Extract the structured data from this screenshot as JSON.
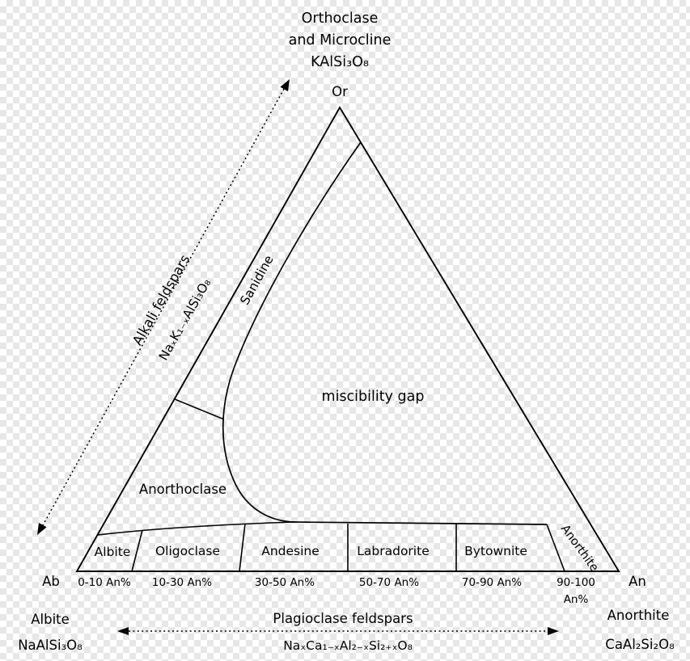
{
  "colors": {
    "formula": "#ee0d0d",
    "line": "#000000",
    "checker": "#e7e7e7"
  },
  "header": {
    "name_line1": "Orthoclase",
    "name_line2": "and Microcline",
    "formula": "KAlSi₃O₈"
  },
  "triangle": {
    "top_vertex": "Or",
    "left_vertex": "Ab",
    "right_vertex": "An"
  },
  "alkali_axis": {
    "label": "Alkali feldspars",
    "formula": "NaₓK₁₋ₓAlSi₃O₈"
  },
  "plagioclase_axis": {
    "label": "Plagioclase feldspars",
    "formula": "NaₓCa₁₋ₓAl₂₋ₓSi₂₊ₓO₈"
  },
  "regions": {
    "sanidine": "Sanidine",
    "miscibility_gap": "miscibility gap",
    "anorthoclase": "Anorthoclase",
    "albite": "Albite",
    "oligoclase": "Oligoclase",
    "andesine": "Andesine",
    "labradorite": "Labradorite",
    "bytownite": "Bytownite",
    "anorthite": "Anorthite"
  },
  "an_ranges": [
    "0-10 An%",
    "10-30 An%",
    "30-50 An%",
    "50-70 An%",
    "70-90 An%",
    "90-100",
    "An%"
  ],
  "bottom_left": {
    "name": "Albite",
    "formula": "NaAlSi₃O₈"
  },
  "bottom_right": {
    "name": "Anorthite",
    "formula": "CaAl₂Si₂O₈"
  }
}
